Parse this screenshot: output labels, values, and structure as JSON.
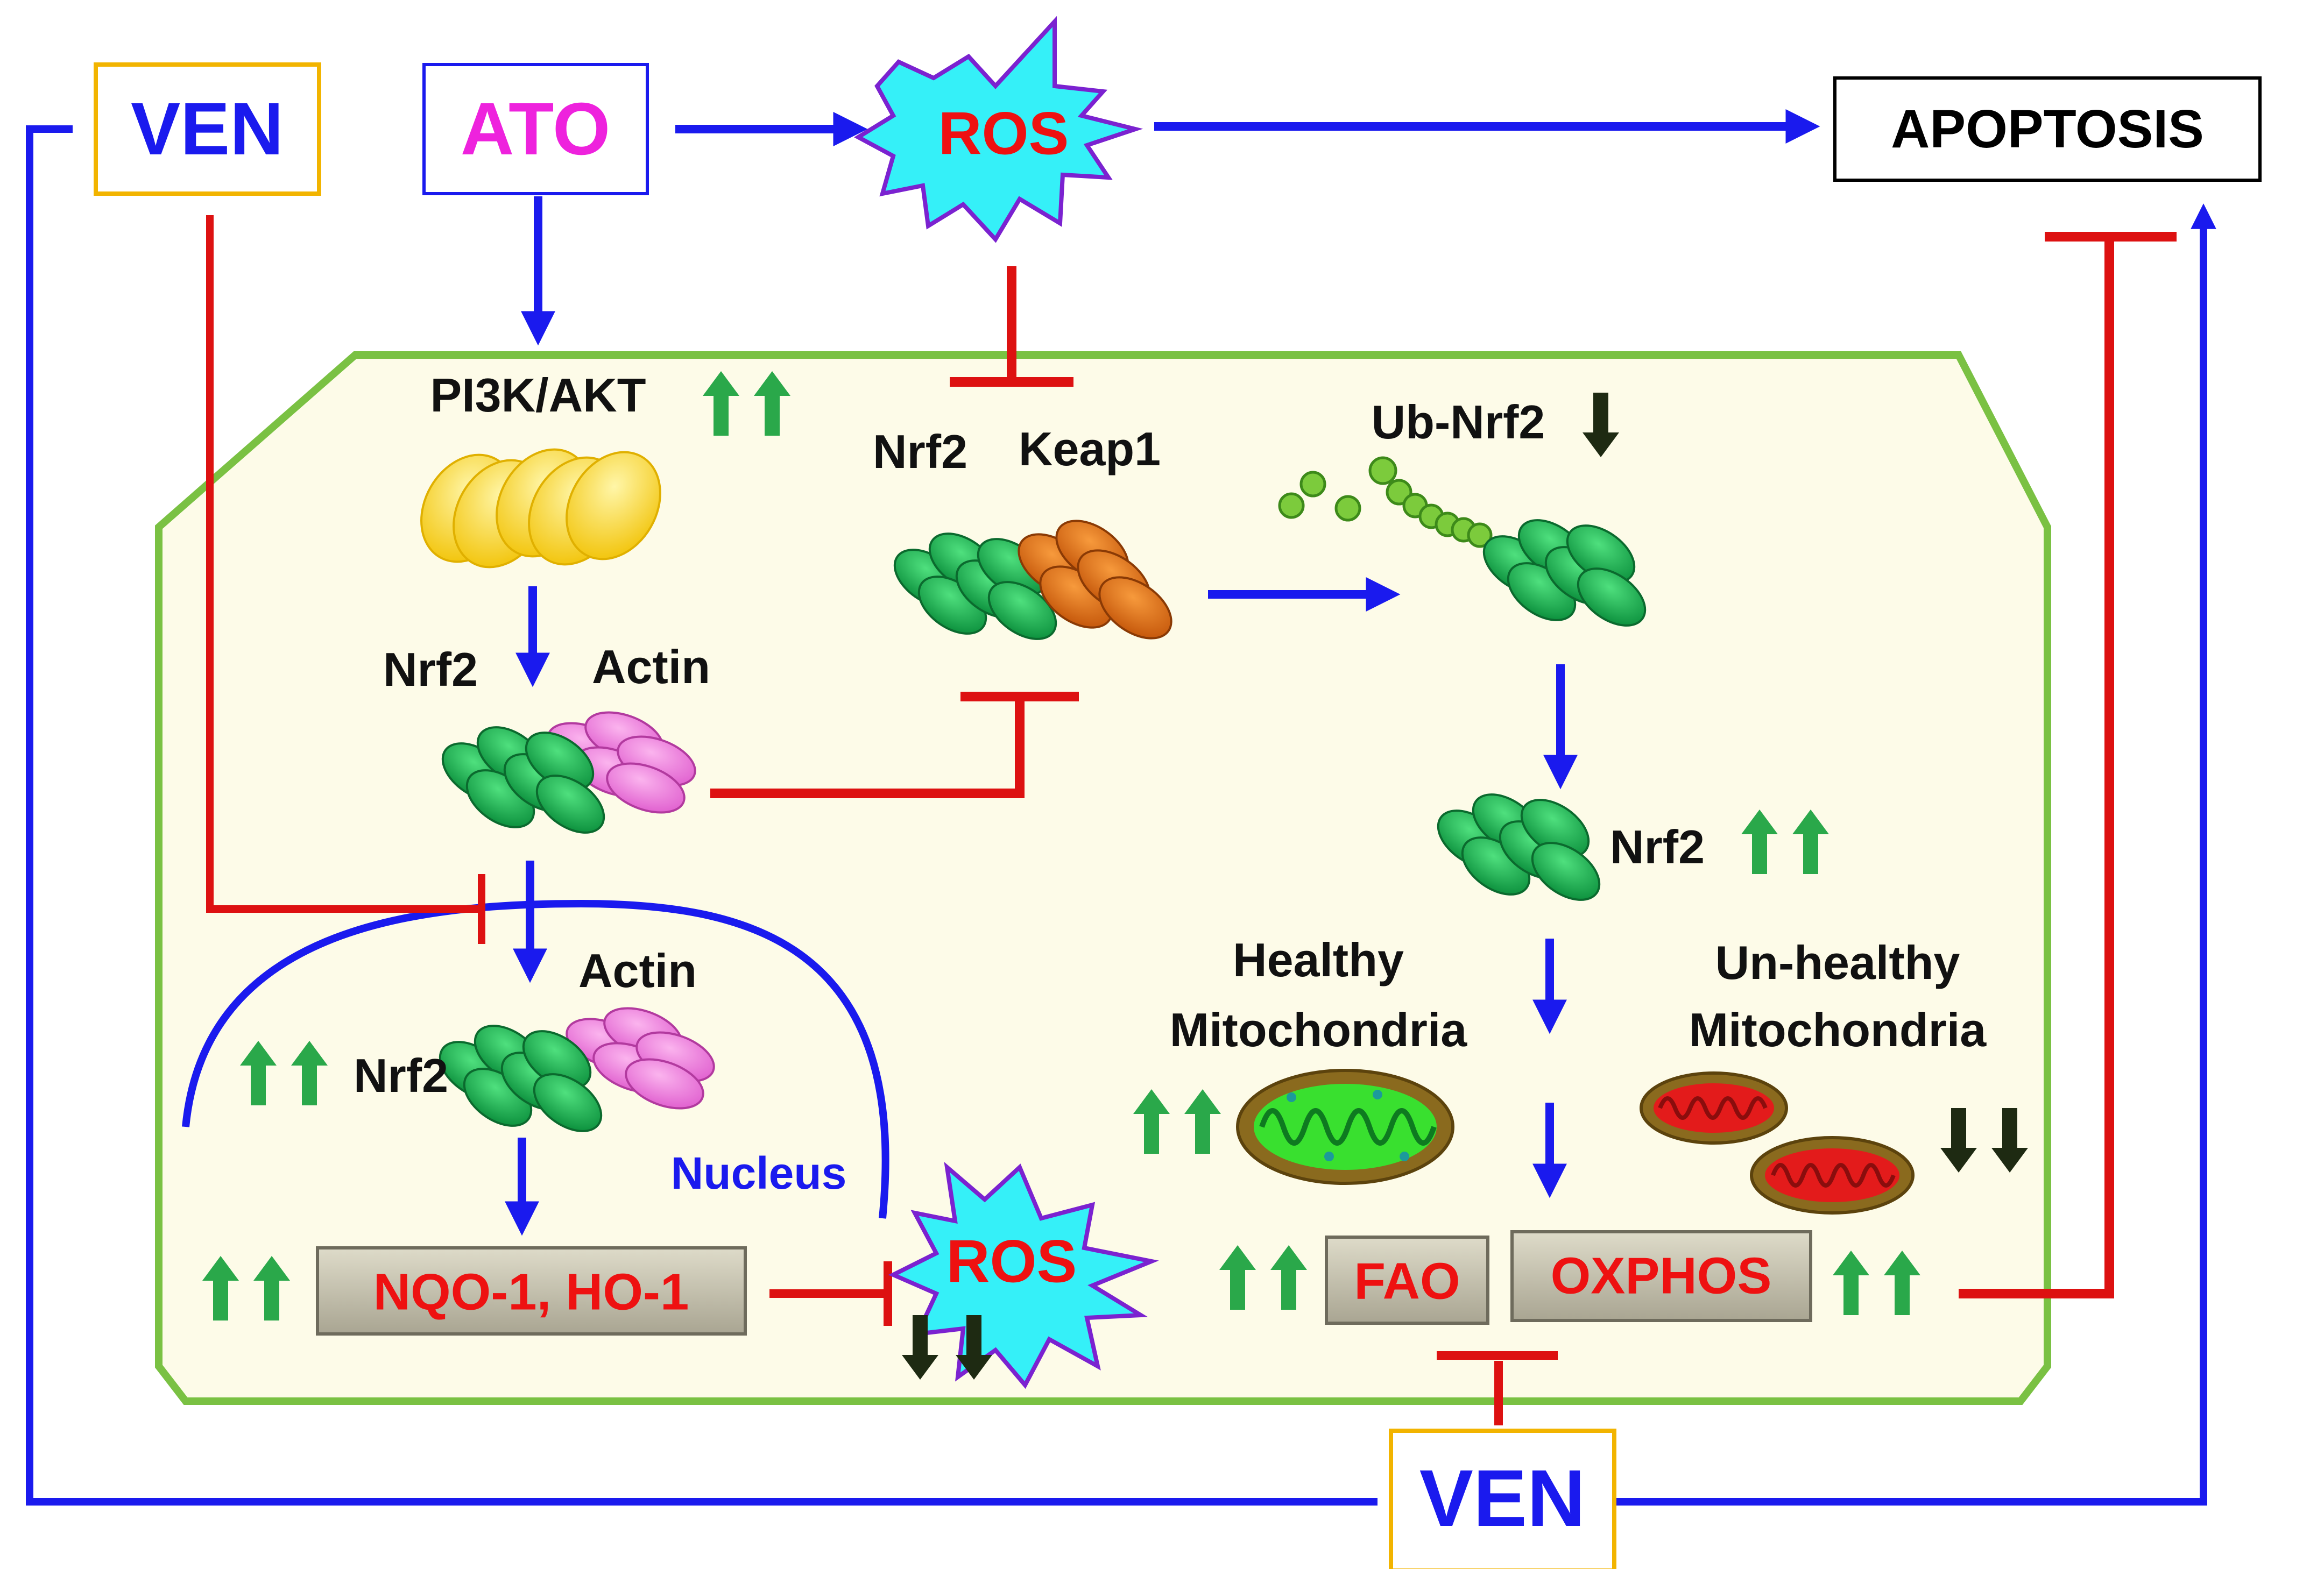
{
  "labels": {
    "ven_top": "VEN",
    "ato": "ATO",
    "ros_top": "ROS",
    "apoptosis": "APOPTOSIS",
    "pi3k_akt": "PI3K/AKT",
    "nrf2_keap1_nrf2": "Nrf2",
    "nrf2_keap1_keap1": "Keap1",
    "ub_nrf2": "Ub-Nrf2",
    "nrf2_actin_nrf2": "Nrf2",
    "nrf2_actin_actin": "Actin",
    "free_nrf2": "Nrf2",
    "nuclear_actin": "Actin",
    "nuclear_nrf2": "Nrf2",
    "nucleus": "Nucleus",
    "healthy_mito_line1": "Healthy",
    "healthy_mito_line2": "Mitochondria",
    "unhealthy_mito_line1": "Un-healthy",
    "unhealthy_mito_line2": "Mitochondria",
    "nqo_ho": "NQO-1, HO-1",
    "ros_inner": "ROS",
    "fao": "FAO",
    "oxphos": "OXPHOS",
    "ven_bottom": "VEN"
  },
  "colors": {
    "activation_arrow": "#1a1aee",
    "inhibition_bar": "#dd1111",
    "cell_border": "#7ac143",
    "cell_fill": "#fdfbe8",
    "up_arrow": "#2aa84a",
    "down_arrow": "#1e2a12",
    "ros_fill": "#35f0f8",
    "ros_stroke": "#7b22d0",
    "ven_text": "#1a1aee",
    "ven_border": "#f2b400",
    "ato_text": "#ee22dd",
    "ato_border": "#1a1aee",
    "product_box": "#c8c4b0"
  },
  "icons": [
    "ros-burst-icon",
    "nrf2-protein-icon",
    "keap1-protein-icon",
    "actin-protein-icon",
    "pi3k-akt-protein-icon",
    "ubiquitin-chain-icon",
    "healthy-mitochondrion-icon",
    "unhealthy-mitochondrion-icon",
    "up-arrow-icon",
    "down-arrow-icon"
  ]
}
